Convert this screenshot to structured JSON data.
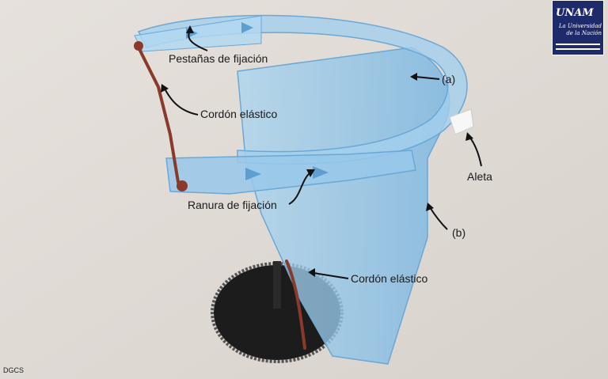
{
  "labels": {
    "pestanas": "Pestañas de fijación",
    "cordon_top": "Cordón elástico",
    "a": "(a)",
    "aleta": "Aleta",
    "ranura": "Ranura de fijación",
    "b": "(b)",
    "cordon_bottom": "Cordón elástico"
  },
  "credit": "DGCS",
  "logo": {
    "main": "UNAM",
    "sub": "La Universidad de la Nación"
  },
  "colors": {
    "background": "#e2ddd8",
    "visor": "#8cc3e8",
    "elastic_cord": "#8a3a2a",
    "logo_bg": "#1f2a6b"
  }
}
